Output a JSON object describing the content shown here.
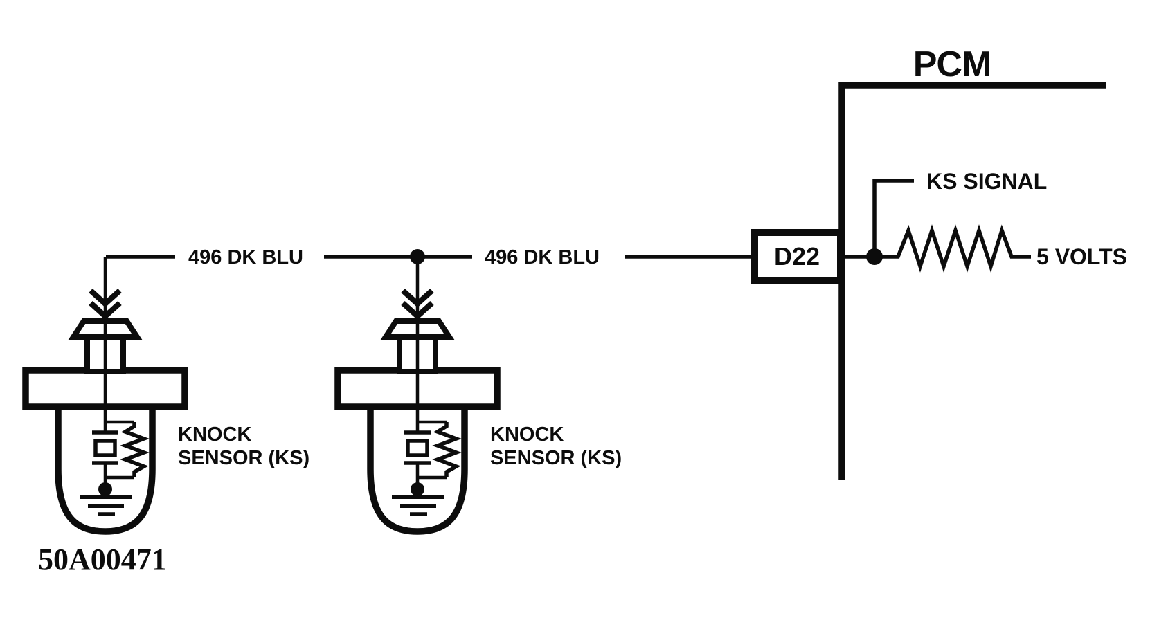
{
  "colors": {
    "ink": "#0c0c0c",
    "paper": "#ffffff"
  },
  "pcm": {
    "label": "PCM",
    "connector_label": "D22",
    "ks_signal_label": "KS SIGNAL",
    "voltage_label": "5 VOLTS"
  },
  "wire": {
    "circuit_label_left": "496 DK BLU",
    "circuit_label_right": "496 DK BLU"
  },
  "sensors": [
    {
      "name_line1": "KNOCK",
      "name_line2": "SENSOR (KS)"
    },
    {
      "name_line1": "KNOCK",
      "name_line2": "SENSOR (KS)"
    }
  ],
  "figure_number": "50A00471"
}
